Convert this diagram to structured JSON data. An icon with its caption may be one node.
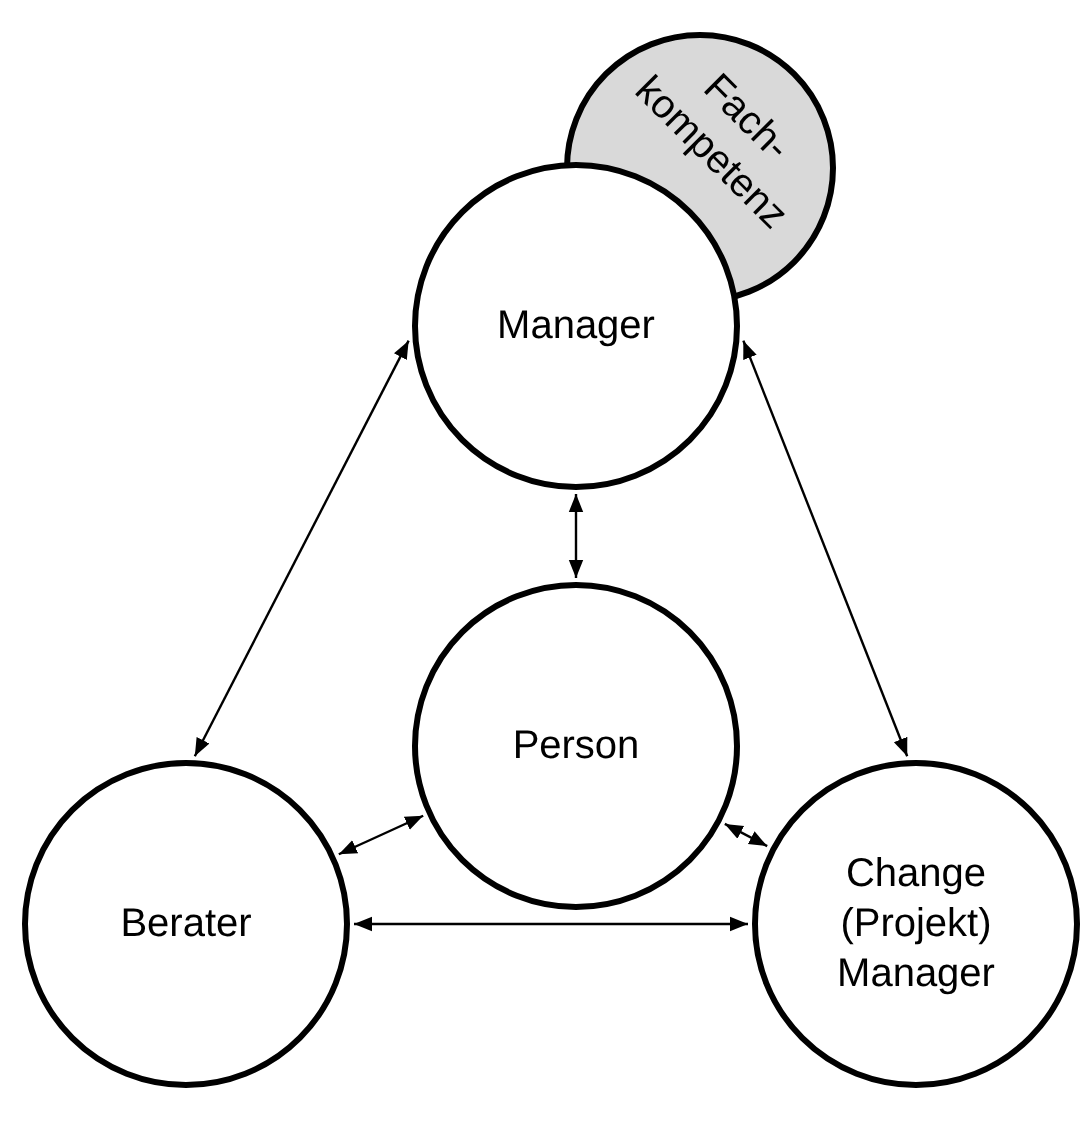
{
  "diagram": {
    "nodes": [
      {
        "text": [
          "Fach- kompetenz"
        ]
      },
      {
        "text": [
          "Manager"
        ]
      },
      {
        "text": [
          "Person"
        ]
      },
      {
        "text": [
          "Berater"
        ]
      },
      {
        "text": [
          "Change (Projekt) Manager"
        ]
      }
    ],
    "edges": [
      {
        "from": 1,
        "to": 3,
        "arrow": "both"
      },
      {
        "from": 1,
        "to": 4,
        "arrow": "both"
      },
      {
        "from": 1,
        "to": 2,
        "arrow": "both"
      },
      {
        "from": 2,
        "to": 3,
        "arrow": "both"
      },
      {
        "from": 2,
        "to": 4,
        "arrow": "both"
      },
      {
        "from": 3,
        "to": 4,
        "arrow": "both"
      }
    ]
  }
}
